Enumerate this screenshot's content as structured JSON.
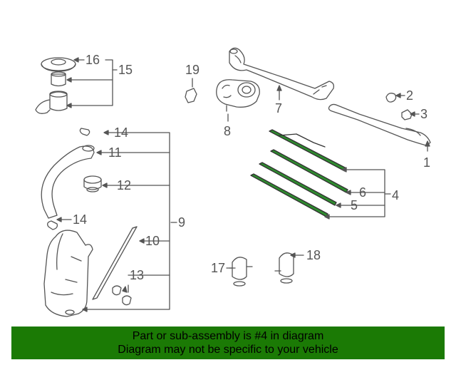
{
  "callouts": {
    "c1": "1",
    "c2": "2",
    "c3": "3",
    "c4": "4",
    "c5": "5",
    "c6": "6",
    "c7": "7",
    "c8": "8",
    "c9": "9",
    "c10": "10",
    "c11": "11",
    "c12": "12",
    "c13": "13",
    "c14a": "14",
    "c14b": "14",
    "c15": "15",
    "c16": "16",
    "c17": "17",
    "c18": "18",
    "c19": "19"
  },
  "banner": {
    "line1": "Part or sub-assembly is #4 in diagram",
    "line2": "Diagram may not be specific to your vehicle"
  },
  "colors": {
    "banner_bg": "#1b7a05",
    "highlight": "#2e8b2e",
    "line": "#555555"
  }
}
